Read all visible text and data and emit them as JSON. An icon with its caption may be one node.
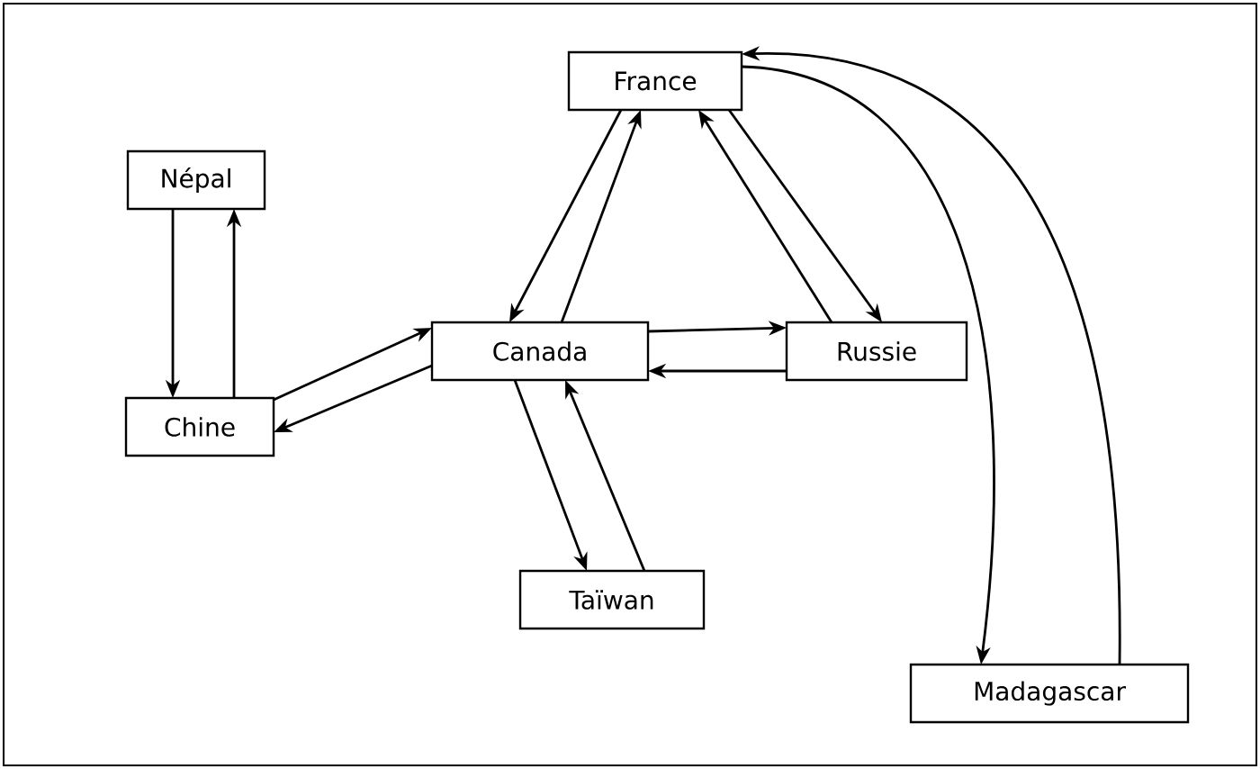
{
  "diagram": {
    "nodes": [
      {
        "text": [
          "France"
        ]
      },
      {
        "text": [
          "Népal"
        ]
      },
      {
        "text": [
          "Canada"
        ]
      },
      {
        "text": [
          "Russie"
        ]
      },
      {
        "text": [
          "Chine"
        ]
      },
      {
        "text": [
          "Taïwan"
        ]
      },
      {
        "text": [
          "Madagascar"
        ]
      }
    ],
    "edges": [
      {
        "from": 0,
        "to": 2,
        "arrow": "to"
      },
      {
        "from": 2,
        "to": 0,
        "arrow": "to"
      },
      {
        "from": 1,
        "to": 4,
        "arrow": "to"
      },
      {
        "from": 4,
        "to": 1,
        "arrow": "to"
      },
      {
        "from": 4,
        "to": 2,
        "arrow": "to"
      },
      {
        "from": 2,
        "to": 4,
        "arrow": "to"
      },
      {
        "from": 2,
        "to": 3,
        "arrow": "to"
      },
      {
        "from": 3,
        "to": 2,
        "arrow": "to"
      },
      {
        "from": 0,
        "to": 3,
        "arrow": "to"
      },
      {
        "from": 3,
        "to": 0,
        "arrow": "to"
      },
      {
        "from": 2,
        "to": 5,
        "arrow": "to"
      },
      {
        "from": 5,
        "to": 2,
        "arrow": "to"
      },
      {
        "from": 0,
        "to": 6,
        "arrow": "to"
      },
      {
        "from": 6,
        "to": 0,
        "arrow": "to"
      }
    ]
  }
}
